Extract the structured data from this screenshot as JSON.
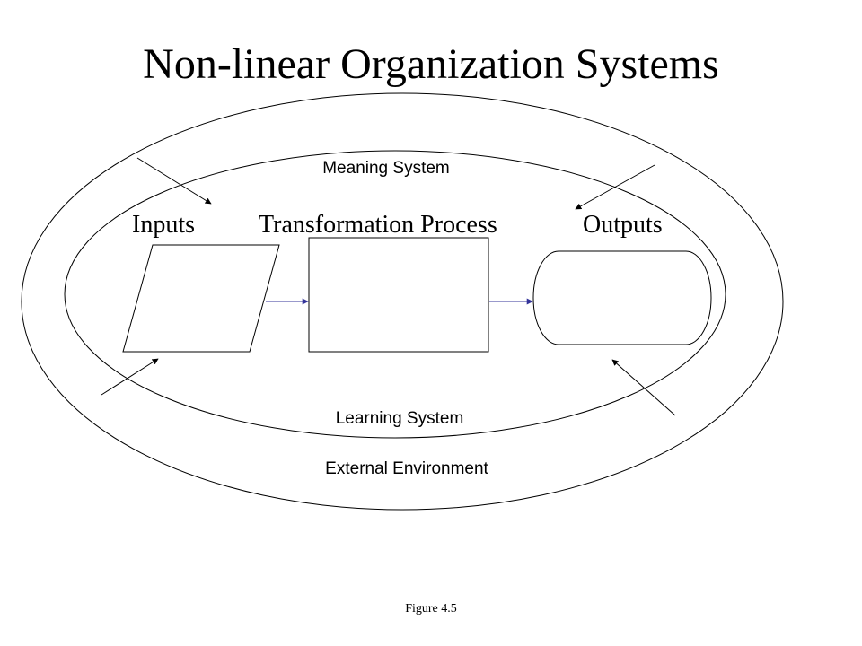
{
  "title": "Non-linear Organization Systems",
  "labels": {
    "meaning_system": "Meaning System",
    "inputs": "Inputs",
    "transformation_process": "Transformation Process",
    "outputs": "Outputs",
    "learning_system": "Learning System",
    "external_environment": "External Environment"
  },
  "caption": "Figure 4.5",
  "colors": {
    "stroke": "#000000",
    "flow_arrow": "#333399"
  }
}
